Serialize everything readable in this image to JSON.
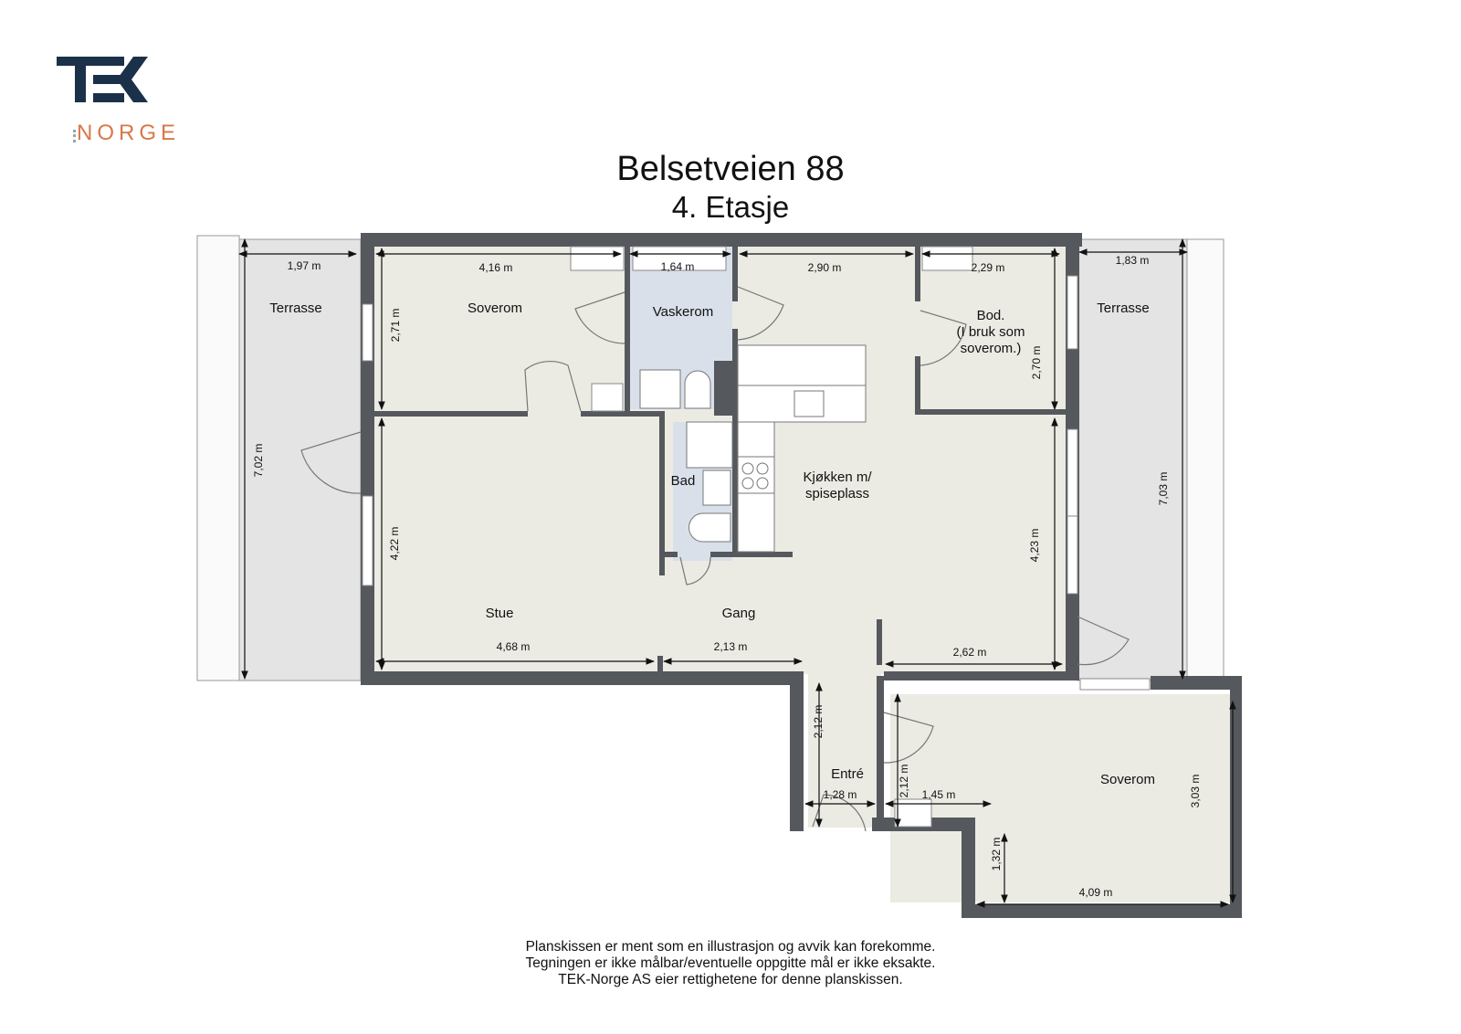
{
  "logo": {
    "brand": "TEK",
    "sub": "NORGE",
    "brand_color": "#1b3149",
    "sub_color": "#d9774a"
  },
  "title": {
    "address": "Belsetveien 88",
    "floor": "4. Etasje"
  },
  "colors": {
    "wall": "#55585c",
    "floor": "#ebebe4",
    "wet_room": "#d9e0ea",
    "terrace": "#e4e4e4",
    "fixture": "#ffffff"
  },
  "rooms": {
    "terrasse_left": "Terrasse",
    "soverom_1": "Soverom",
    "vaskerom": "Vaskerom",
    "bod_1": "Bod.",
    "bod_2": "(I bruk som",
    "bod_3": "soverom.)",
    "terrasse_right": "Terrasse",
    "bad": "Bad",
    "kjokken_1": "Kjøkken m/",
    "kjokken_2": "spiseplass",
    "stue": "Stue",
    "gang": "Gang",
    "entre": "Entré",
    "soverom_2": "Soverom"
  },
  "dimensions": {
    "terrasse_left_w": "1,97 m",
    "terrasse_left_h": "7,02 m",
    "soverom1_w": "4,16 m",
    "soverom1_h": "2,71 m",
    "vaskerom_w": "1,64 m",
    "kitchen_top_w": "2,90 m",
    "bod_w": "2,29 m",
    "bod_h": "2,70 m",
    "terrasse_right_w": "1,83 m",
    "terrasse_right_h": "7,03 m",
    "stue_h": "4,22 m",
    "kitchen_h": "4,23 m",
    "stue_w": "4,68 m",
    "gang_w": "2,13 m",
    "right_bottom_w": "2,62 m",
    "entre_h": "2,12 m",
    "entre_w": "1,28 m",
    "hall_h": "2,12 m",
    "hall_w": "1,45 m",
    "soverom2_small_h": "1,32 m",
    "soverom2_w": "4,09 m",
    "soverom2_h": "3,03 m"
  },
  "footer": {
    "line1": "Planskissen er ment som en illustrasjon og avvik kan forekomme.",
    "line2": "Tegningen er ikke målbar/eventuelle oppgitte mål er ikke eksakte.",
    "line3": "TEK-Norge AS eier rettighetene for denne planskissen."
  }
}
